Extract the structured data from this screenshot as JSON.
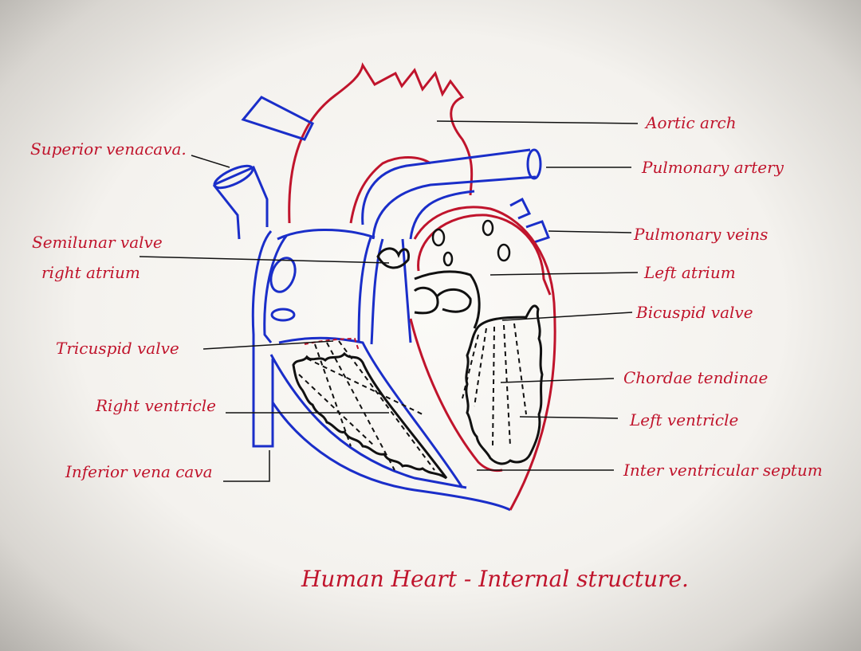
{
  "colors": {
    "vessel_blue": "#1a2ec9",
    "vessel_red": "#c0142c",
    "ink_black": "#111111",
    "label_red": "#c0142c"
  },
  "labels": {
    "superior_vena_cava": "Superior venacava.",
    "semilunar_valve": "Semilunar valve",
    "right_atrium": "right atrium",
    "tricuspid_valve": "Tricuspid valve",
    "right_ventricle": "Right ventricle",
    "inferior_vena_cava": "Inferior vena cava",
    "aortic_arch": "Aortic arch",
    "pulmonary_artery": "Pulmonary artery",
    "pulmonary_veins": "Pulmonary veins",
    "left_atrium": "Left atrium",
    "bicuspid_valve": "Bicuspid valve",
    "chordae_tendinae": "Chordae tendinae",
    "left_ventricle": "Left ventricle",
    "inter_ventricular_septum": "Inter ventricular septum"
  },
  "caption": "Human Heart - Internal structure."
}
